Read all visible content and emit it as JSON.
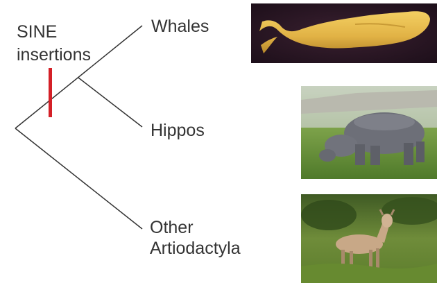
{
  "sine_label": {
    "line1": "SINE",
    "line2": "insertions"
  },
  "taxa": {
    "whales": "Whales",
    "hippos": "Hippos",
    "other_line1": "Other",
    "other_line2": "Artiodactyla"
  },
  "colors": {
    "branch": "#333333",
    "sine_marker": "#d42027",
    "text": "#333333"
  }
}
